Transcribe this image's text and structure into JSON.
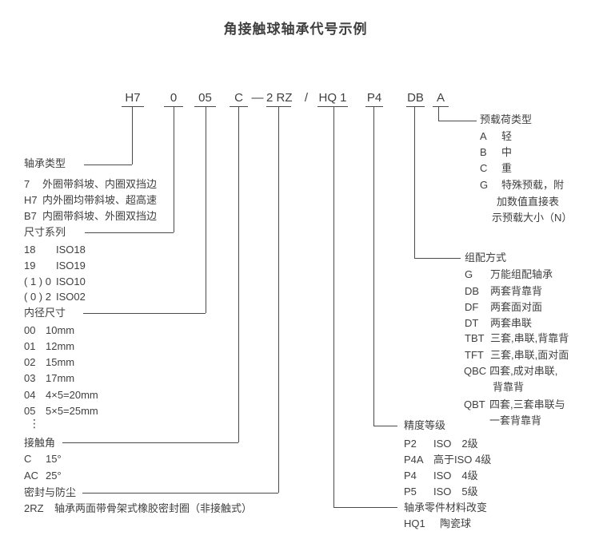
{
  "title": "角接触球轴承代号示例",
  "code_row": {
    "segments": [
      "H7",
      "0",
      "05",
      "C",
      "2 RZ",
      "HQ 1",
      "P4",
      "DB",
      "A"
    ],
    "dash": "—",
    "slash": "/"
  },
  "sections": {
    "bearing_type": {
      "header": "轴承类型",
      "items": [
        {
          "code": "7",
          "desc": "外圈带斜坡、内圈双挡边"
        },
        {
          "code": "H7",
          "desc": "内外圈均带斜坡、超高速"
        },
        {
          "code": "B7",
          "desc": "内圈带斜坡、外圈双挡边"
        }
      ]
    },
    "size_series": {
      "header": "尺寸系列",
      "items": [
        {
          "code": "18",
          "desc": "ISO18"
        },
        {
          "code": "19",
          "desc": "ISO19"
        },
        {
          "code": "( 1 ) 0",
          "desc": "ISO10"
        },
        {
          "code": "( 0 ) 2",
          "desc": "ISO02"
        }
      ]
    },
    "bore_diameter": {
      "header": "内径尺寸",
      "items": [
        {
          "code": "00",
          "desc": "10mm"
        },
        {
          "code": "01",
          "desc": "12mm"
        },
        {
          "code": "02",
          "desc": "15mm"
        },
        {
          "code": "03",
          "desc": "17mm"
        },
        {
          "code": "04",
          "desc": "4×5=20mm"
        },
        {
          "code": "05",
          "desc": "5×5=25mm"
        }
      ],
      "ellipsis": "⋮"
    },
    "contact_angle": {
      "header": "接触角",
      "items": [
        {
          "code": "C",
          "desc": "15°"
        },
        {
          "code": "AC",
          "desc": "25°"
        }
      ]
    },
    "seal_dust": {
      "header": "密封与防尘",
      "items": [
        {
          "code": "2RZ",
          "desc": "轴承两面带骨架式橡胶密封圈（非接触式）"
        }
      ]
    },
    "preload": {
      "header": "预载荷类型",
      "items": [
        {
          "code": "A",
          "desc": "轻"
        },
        {
          "code": "B",
          "desc": "中"
        },
        {
          "code": "C",
          "desc": "重"
        },
        {
          "code": "G",
          "desc": "特殊预载，附"
        }
      ],
      "cont1": "加数值直接表",
      "cont2": "示预载大小（N）"
    },
    "arrangement": {
      "header": "组配方式",
      "items": [
        {
          "code": "G",
          "desc": "万能组配轴承"
        },
        {
          "code": "DB",
          "desc": "两套背靠背"
        },
        {
          "code": "DF",
          "desc": "两套面对面"
        },
        {
          "code": "DT",
          "desc": "两套串联"
        },
        {
          "code": "TBT",
          "desc": "三套,串联,背靠背"
        },
        {
          "code": "TFT",
          "desc": "三套,串联,面对面"
        },
        {
          "code": "QBC",
          "desc": "四套,成对串联,",
          "cont": "背靠背"
        },
        {
          "code": "QBT",
          "desc": "四套,三套串联与",
          "cont": "一套背靠背"
        }
      ]
    },
    "precision": {
      "header": "精度等级",
      "items": [
        {
          "code": "P2",
          "desc": "ISO　2级"
        },
        {
          "code": "P4A",
          "desc": "高于ISO 4级"
        },
        {
          "code": "P4",
          "desc": "ISO　4级"
        },
        {
          "code": "P5",
          "desc": "ISO　5级"
        }
      ]
    },
    "material": {
      "header": "轴承零件材料改变",
      "items": [
        {
          "code": "HQ1",
          "desc": "陶瓷球"
        }
      ]
    }
  },
  "colors": {
    "text": "#3f3f3f",
    "line": "#4a4a4a",
    "background": "#ffffff"
  }
}
